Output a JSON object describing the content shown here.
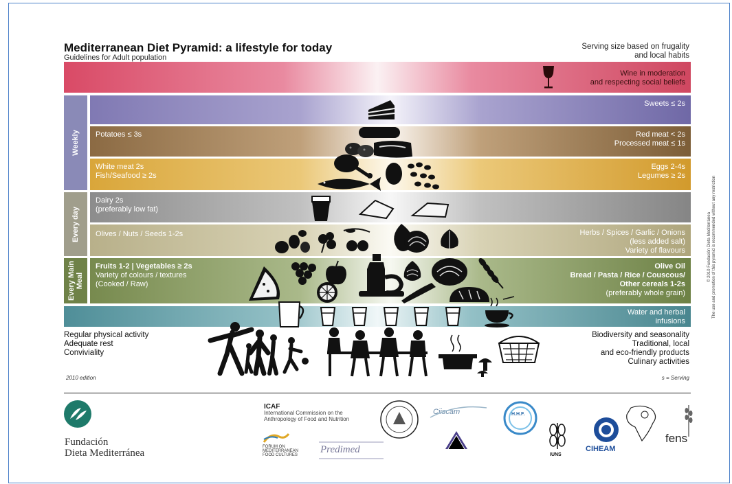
{
  "header": {
    "title": "Mediterranean Diet Pyramid: a lifestyle for today",
    "subtitle": "Guidelines for Adult population",
    "serving_note_line1": "Serving size based on frugality",
    "serving_note_line2": "and local habits"
  },
  "frequency": {
    "weekly": "Weekly",
    "every_day": "Every day",
    "every_main_meal_1": "Every Main",
    "every_main_meal_2": "Meal"
  },
  "bands": {
    "wine_1": "Wine in moderation",
    "wine_2": "and respecting social beliefs",
    "sweets": "Sweets ≤ 2s",
    "potatoes": "Potatoes ≤ 3s",
    "red_meat": "Red meat < 2s",
    "processed_meat": "Processed meat ≤ 1s",
    "white_meat": "White meat 2s",
    "fish": "Fish/Seafood ≥ 2s",
    "eggs": "Eggs 2-4s",
    "legumes": "Legumes ≥ 2s",
    "dairy_1": "Dairy 2s",
    "dairy_2": "(preferably low fat)",
    "olives": "Olives / Nuts / Seeds  1-2s",
    "herbs_1": "Herbs / Spices / Garlic / Onions",
    "herbs_2": "(less added salt)",
    "herbs_3": "Variety of flavours",
    "fruits_1": "Fruits 1-2 | Vegetables ≥ 2s",
    "fruits_2": "Variety of colours / textures",
    "fruits_3": "(Cooked / Raw)",
    "olive_oil": "Olive Oil",
    "cereals_1": "Bread / Pasta / Rice / Couscous/",
    "cereals_2": "Other cereals 1-2s",
    "cereals_3": "(preferably whole grain)",
    "water_1": "Water and herbal",
    "water_2": "infusions"
  },
  "lifestyle": {
    "left_1": "Regular physical activity",
    "left_2": "Adequate rest",
    "left_3": "Conviviality",
    "right_1": "Biodiversity and seasonality",
    "right_2": "Traditional, local",
    "right_3": "and eco-friendly products",
    "right_4": "Culinary activities"
  },
  "notes": {
    "edition": "2010 edition",
    "serving_def": "s = Serving",
    "copyright_1": "© 2010 Fundación Dieta Mediterránea",
    "copyright_2": "The use and promotion of this pyramid is recommended without any restriction"
  },
  "footer": {
    "fdm_1": "Fundación",
    "fdm_2": "Dieta Mediterránea",
    "icaf_title": "ICAF",
    "icaf_1": "International Commission on the",
    "icaf_2": "Anthropology of Food and Nutrition",
    "forum_1": "FORUM ON",
    "forum_2": "MEDITERRANEAN",
    "forum_3": "FOOD CULTURES",
    "predimed": "Predimed",
    "ciiscam": "Ciiscam",
    "hhf": "H.H.F.",
    "iuns": "IUNS",
    "ciheam": "CIHEAM",
    "fens": "fens"
  },
  "colors": {
    "wine": "#d94a66",
    "sweets": "#8079b3",
    "red_meat": "#8b6a43",
    "white_meat": "#d9a63a",
    "dairy": "#8c8c8c",
    "olives": "#b8b08a",
    "fruits": "#778a4e",
    "water": "#4f8e98",
    "frame": "#4a7fc9",
    "fdm_teal": "#1e7a6a"
  },
  "icons": [
    "wine-glass-icon",
    "cake-icon",
    "sausage-icon",
    "potato-icon",
    "steak-icon",
    "chicken-leg-icon",
    "egg-icon",
    "beans-icon",
    "fish-icon",
    "yogurt-icon",
    "cheese-icon",
    "nuts-icon",
    "olives-icon",
    "garlic-icon",
    "onion-icon",
    "watermelon-icon",
    "grapes-icon",
    "apple-icon",
    "orange-icon",
    "oil-bottle-icon",
    "artichoke-icon",
    "cabbage-icon",
    "wheat-icon",
    "bread-icon",
    "pitcher-icon",
    "glass-icon",
    "teacup-icon",
    "family-silhouette-icon",
    "dining-silhouette-icon",
    "cooking-pot-icon",
    "basket-icon"
  ]
}
